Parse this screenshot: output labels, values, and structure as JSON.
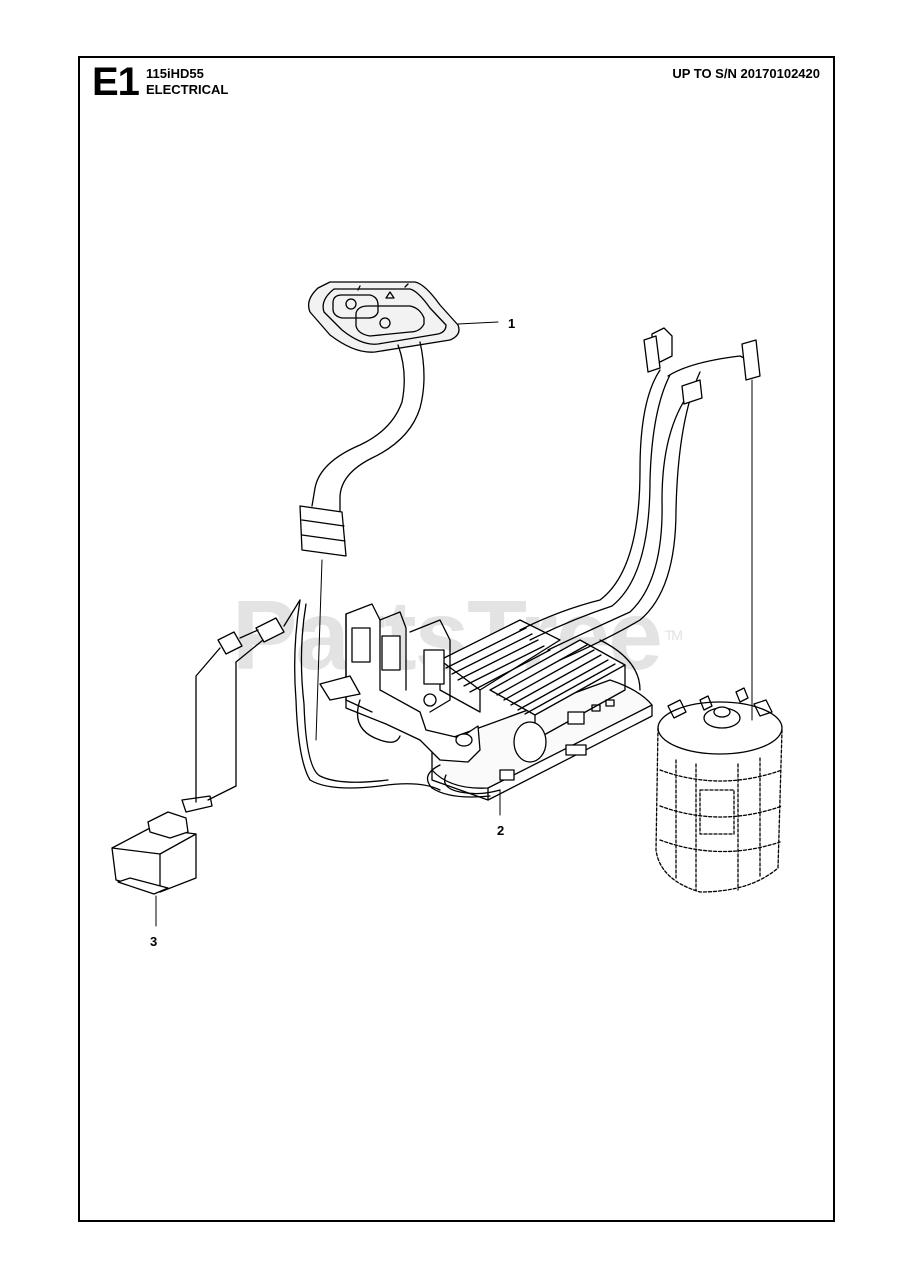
{
  "header": {
    "section_code": "E1",
    "model": "115iHD55",
    "section_name": "ELECTRICAL",
    "serial_range": "UP TO S/N 20170102420"
  },
  "watermark": {
    "text": "PartsTree",
    "trademark": "TM"
  },
  "callouts": [
    "1",
    "2",
    "3"
  ],
  "parts": [
    {
      "callout": "1",
      "icon": "control-panel-keypad-icon"
    },
    {
      "callout": "2",
      "icon": "controller-board-with-harness-icon"
    },
    {
      "callout": "3",
      "icon": "micro-switch-icon"
    },
    {
      "callout": "",
      "icon": "electric-motor-icon"
    }
  ],
  "colors": {
    "line": "#000000",
    "watermark": "#e3e3e3",
    "background": "#ffffff"
  }
}
